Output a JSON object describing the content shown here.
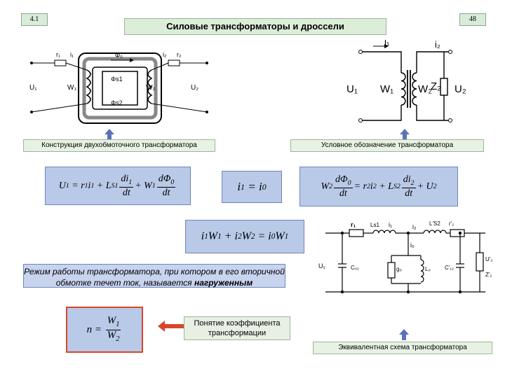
{
  "header": {
    "slide_number": "4.1",
    "title": "Силовые трансформаторы и дроссели",
    "page_number": "48"
  },
  "construction": {
    "caption": "Конструкция двухобмоточного трансформатора",
    "labels": {
      "r1": "r₁",
      "i1": "i₁",
      "phi0": "Φ₀",
      "i2": "i₂",
      "r2": "r₂",
      "u1": "U₁",
      "w1": "W₁",
      "phis1": "Φs1",
      "w2": "W₂",
      "u2": "U₂",
      "phis2": "Φs2"
    }
  },
  "symbol": {
    "caption": "Условное обозначение трансформатора",
    "labels": {
      "i1": "i₁",
      "i2": "i₂",
      "u1": "U₁",
      "w1": "W₁",
      "w2": "W₂",
      "z2": "Z₂",
      "u2": "U₂"
    }
  },
  "equations": {
    "eq1": {
      "u1": "U",
      "r1": "r",
      "i1": "i",
      "ls1": "L",
      "di1": "di",
      "dt": "dt",
      "w1": "W",
      "dphi": "dΦ"
    },
    "eq2": {
      "i1": "i",
      "i0": "i"
    },
    "eq3": {
      "w2": "W",
      "dphi": "dΦ",
      "dt": "dt",
      "r2": "r",
      "i2": "i",
      "ls2": "L",
      "di2": "di",
      "u2": "U"
    },
    "eq4": {
      "i1w1": "i",
      "i2w2": "i",
      "i0w1": "i"
    }
  },
  "loaded_note": {
    "text": "Режим работы трансформатора, при котором в его вторичной обмотке течет ток, называется",
    "bold": "нагруженным"
  },
  "ratio": {
    "n": "n",
    "w1": "W",
    "w2": "W",
    "caption": "Понятие коэффициента трансформации"
  },
  "equivalent": {
    "caption": "Эквивалентная схема трансформатора",
    "labels": {
      "r1": "r₁",
      "ls1": "Ls1",
      "i1": "i₁",
      "i2": "i₂",
      "ls2": "L'S2",
      "rz": "r'₂",
      "i0": "i₀",
      "u1": "U₁",
      "c01": "C₀₁",
      "g0": "g₀",
      "l0": "L₀",
      "c12": "C'₁₂",
      "u2": "U'₂",
      "z2": "Z'₂"
    }
  },
  "colors": {
    "accent_blue": "#5a72b8",
    "arrow_red": "#d9452a",
    "tag_green": "#d9ecd9"
  }
}
